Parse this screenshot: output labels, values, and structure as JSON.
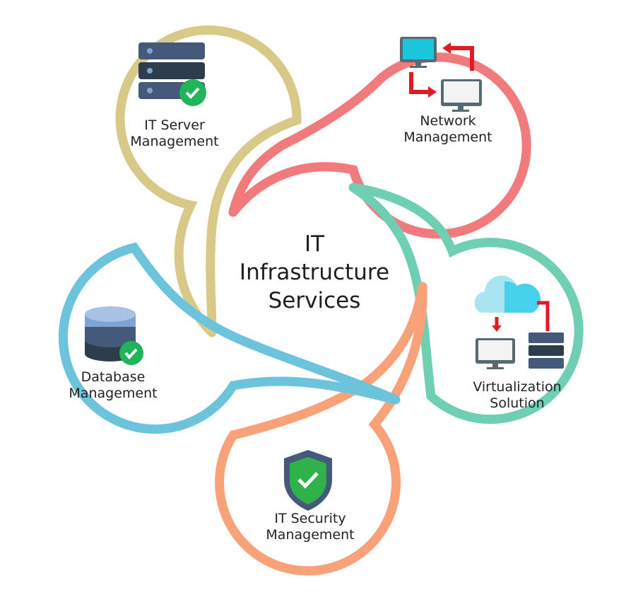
{
  "title_lines": [
    "IT",
    "Infrastructure",
    "Services"
  ],
  "nodes": [
    {
      "line1": "IT Server",
      "line2": "Management",
      "color": "#d9c988",
      "icon": "server-icon"
    },
    {
      "line1": "Network",
      "line2": "Management",
      "color": "#f07a7c",
      "icon": "network-icon"
    },
    {
      "line1": "Virtualization",
      "line2": "Solution",
      "color": "#6ecfb3",
      "icon": "cloud-server-icon"
    },
    {
      "line1": "IT Security",
      "line2": "Management",
      "color": "#f9a178",
      "icon": "shield-check-icon"
    },
    {
      "line1": "Database",
      "line2": "Management",
      "color": "#6bc3dc",
      "icon": "database-icon"
    }
  ]
}
